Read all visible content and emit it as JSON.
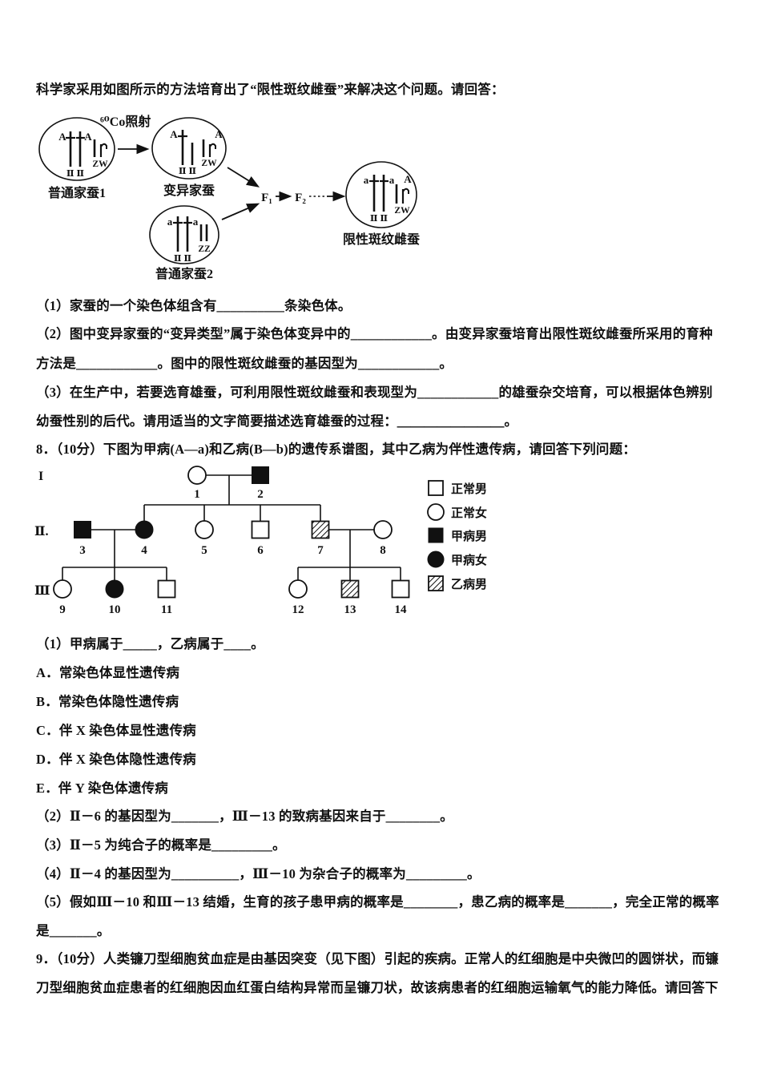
{
  "q7": {
    "intro": "科学家采用如图所示的方法培育出了“限性斑纹雌蚕”来解决这个问题。请回答：",
    "part1": "（1）家蚕的一个染色体组含有__________条染色体。",
    "part2a": "（2）图中变异家蚕的“变异类型”属于染色体变异中的____________。由变异家蚕培育出限性斑纹雌蚕所采用的育种",
    "part2b": "方法是____________。图中的限性斑纹雌蚕的基因型为____________。",
    "part3a": "（3）在生产中，若要选育雄蚕，可利用限性斑纹雌蚕和表现型为____________的雄蚕杂交培育，可以根据体色辨别",
    "part3b": "幼蚕性别的后代。请用适当的文字简要描述选育雄蚕的过程：＿＿＿＿＿＿＿＿。"
  },
  "figure": {
    "irradiation_label": "⁶⁰Co照射",
    "cell1": {
      "label": "普通家蚕1",
      "gene_left": "A",
      "gene_right": "A",
      "autosomes": "Ⅱ Ⅱ",
      "sex_chromosomes": "ZW"
    },
    "cell2": {
      "label": "变异家蚕",
      "gene_left": "A",
      "gene_translocated": "A",
      "autosomes": "Ⅱ Ⅱ",
      "sex_chromosomes": "ZW"
    },
    "cell3": {
      "label": "普通家蚕2",
      "gene_left": "a",
      "gene_right": "a",
      "autosomes": "Ⅱ Ⅱ",
      "sex_chromosomes": "ZZ"
    },
    "cell4": {
      "label": "限性斑纹雌蚕",
      "gene_left": "a",
      "gene_right": "a",
      "gene_translocated": "A",
      "autosomes": "Ⅱ Ⅱ",
      "sex_chromosomes": "ZW"
    },
    "f1": "F₁",
    "f2": "F₂"
  },
  "q8": {
    "intro": "8．（10分）下图为甲病(A—a)和乙病(B—b)的遗传系谱图，其中乙病为伴性遗传病，请回答下列问题：",
    "part1": "（1）甲病属于_____，乙病属于____。",
    "optionA": "A．常染色体显性遗传病",
    "optionB": "B．常染色体隐性遗传病",
    "optionC": "C．伴 X 染色体显性遗传病",
    "optionD": "D．伴 X 染色体隐性遗传病",
    "optionE": "E．伴 Y 染色体遗传病",
    "part2": "（2）Ⅱ－6 的基因型为_______，Ⅲ－13 的致病基因来自于________。",
    "part3": "（3）Ⅱ－5 为纯合子的概率是_________。",
    "part4": "（4）Ⅱ－4 的基因型为__________，Ⅲ－10 为杂合子的概率为_________。",
    "part5a": "（5）假如Ⅲ－10 和Ⅲ－13 结婚，生育的孩子患甲病的概率是________，患乙病的概率是_______，完全正常的概率",
    "part5b": "是_______。"
  },
  "pedigree": {
    "generation_labels": [
      "I",
      "Ⅱ.",
      "Ⅲ"
    ],
    "numbers": [
      "1",
      "2",
      "3",
      "4",
      "5",
      "6",
      "7",
      "8",
      "9",
      "10",
      "11",
      "12",
      "13",
      "14"
    ],
    "legend": [
      {
        "symbol": "square-empty",
        "label": "正常男"
      },
      {
        "symbol": "circle-empty",
        "label": "正常女"
      },
      {
        "symbol": "square-filled",
        "label": "甲病男"
      },
      {
        "symbol": "circle-filled",
        "label": "甲病女"
      },
      {
        "symbol": "square-hatched",
        "label": "乙病男"
      }
    ],
    "individuals": [
      {
        "id": "I-1",
        "symbol": "circle-empty"
      },
      {
        "id": "I-2",
        "symbol": "square-filled"
      },
      {
        "id": "II-3",
        "symbol": "square-filled"
      },
      {
        "id": "II-4",
        "symbol": "circle-filled"
      },
      {
        "id": "II-5",
        "symbol": "circle-empty"
      },
      {
        "id": "II-6",
        "symbol": "square-empty"
      },
      {
        "id": "II-7",
        "symbol": "square-hatched"
      },
      {
        "id": "II-8",
        "symbol": "circle-empty"
      },
      {
        "id": "III-9",
        "symbol": "circle-empty"
      },
      {
        "id": "III-10",
        "symbol": "circle-filled"
      },
      {
        "id": "III-11",
        "symbol": "square-empty"
      },
      {
        "id": "III-12",
        "symbol": "circle-empty"
      },
      {
        "id": "III-13",
        "symbol": "square-hatched"
      },
      {
        "id": "III-14",
        "symbol": "square-empty"
      }
    ]
  },
  "q9": {
    "line1": "9．（10分）人类镰刀型细胞贫血症是由基因突变（见下图）引起的疾病。正常人的红细胞是中央微凹的圆饼状，而镰",
    "line2": "刀型细胞贫血症患者的红细胞因血红蛋白结构异常而呈镰刀状，故该病患者的红细胞运输氧气的能力降低。请回答下"
  }
}
